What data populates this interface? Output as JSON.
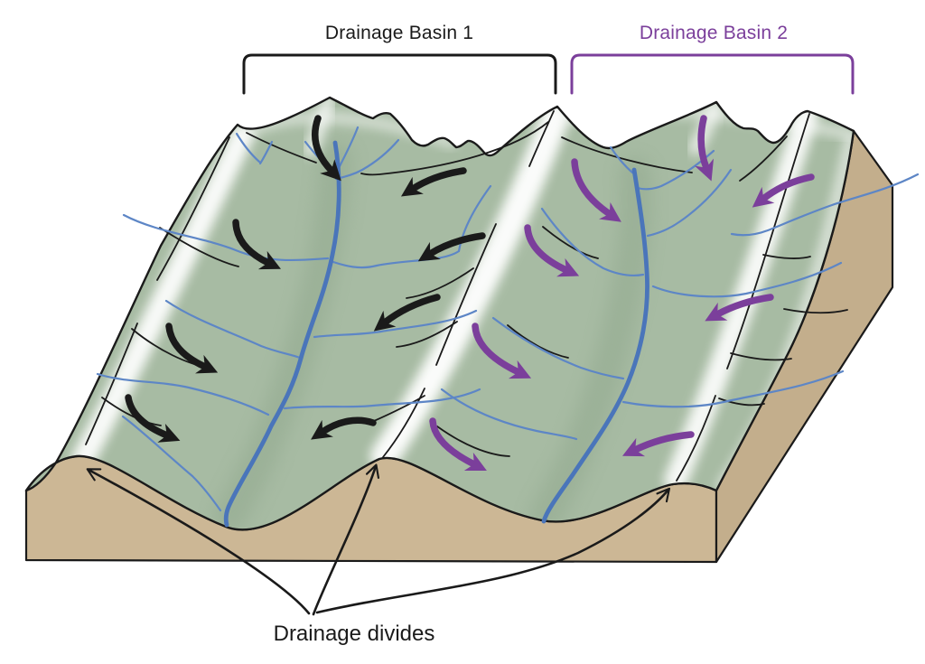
{
  "figure": {
    "basin1": {
      "label": "Drainage Basin 1",
      "flow_arrow_count": 8
    },
    "basin2": {
      "label": "Drainage Basin 2",
      "flow_arrow_count": 8
    },
    "divides": {
      "label": "Drainage divides",
      "pointer_arrow_count": 3
    }
  },
  "colors": {
    "basin1": "#1a1a1a",
    "basin2": "#7b3f9b",
    "river_main": "#4a75ba",
    "river_trib": "#5d86c6",
    "terrain": "#a7bba3",
    "terrain_highlight": "#ffffff",
    "valley_shade": "#8ea68b",
    "front_face": "#ccb795",
    "side_face": "#c3ae8c",
    "outline": "#1a1a1a",
    "background": "#ffffff"
  }
}
